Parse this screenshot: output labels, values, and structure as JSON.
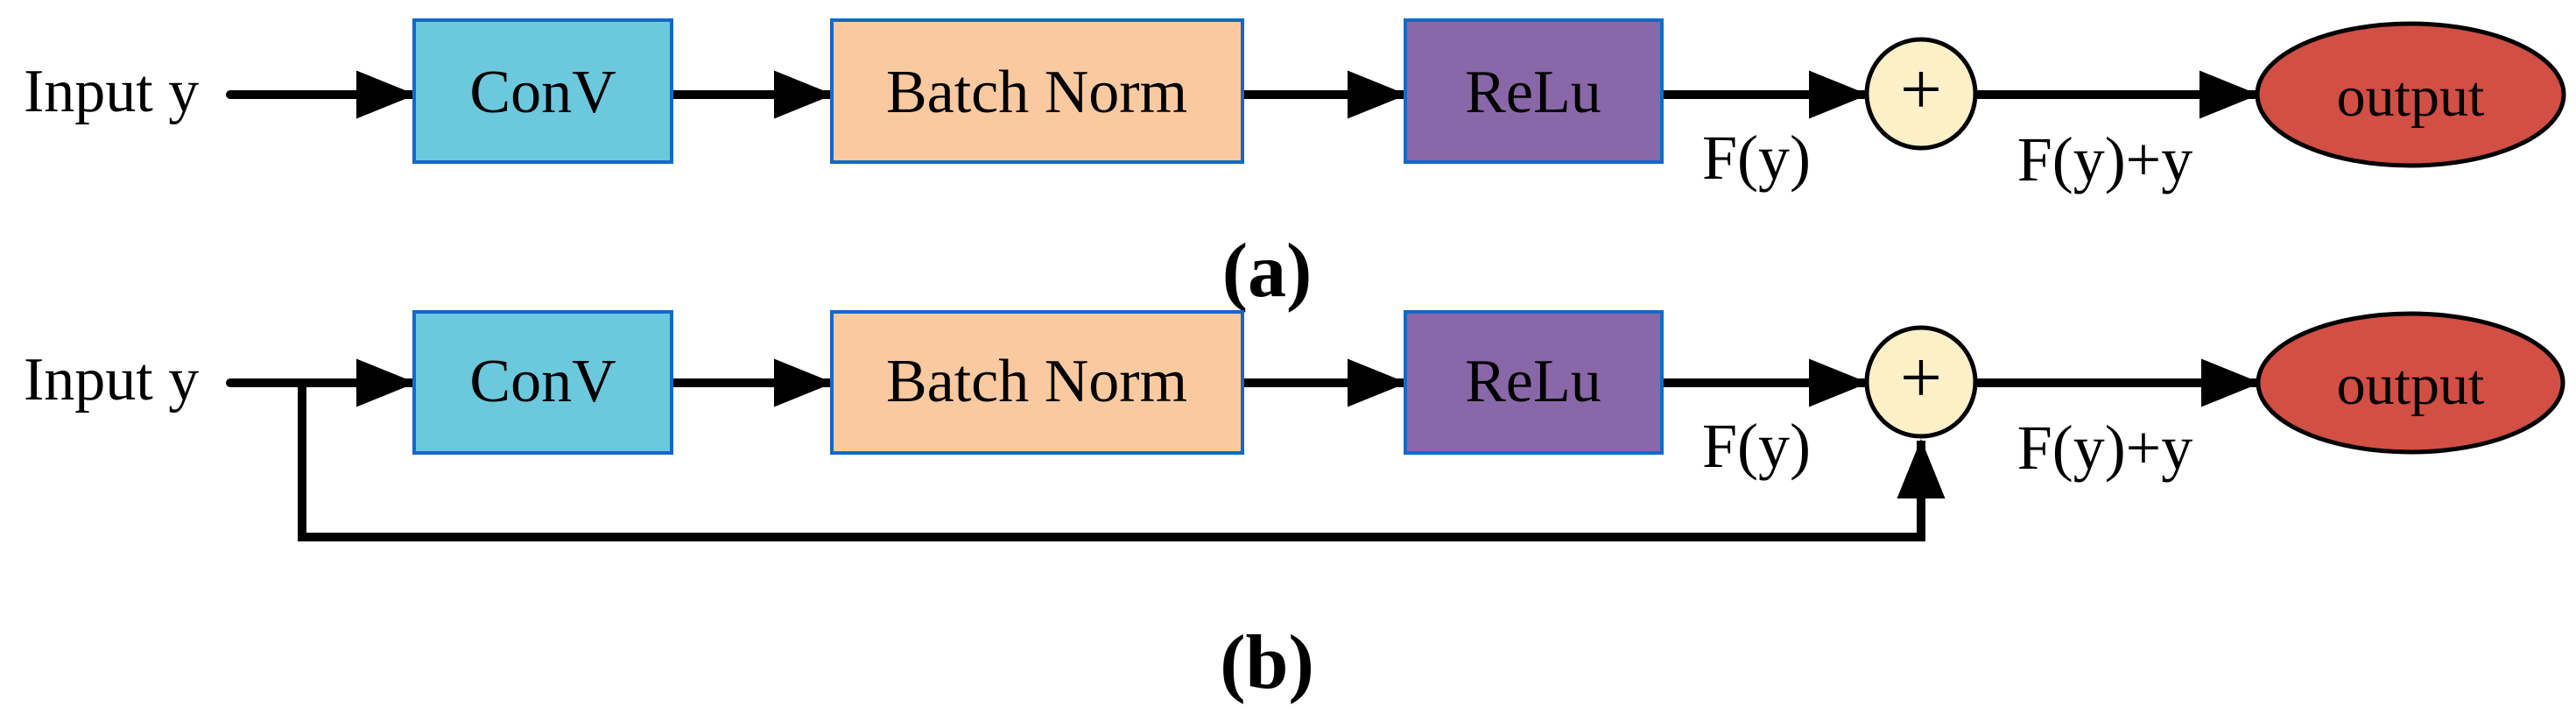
{
  "figure": {
    "background": "#FFFFFF"
  },
  "colors": {
    "line": "#000000",
    "text": "#000000",
    "block_border": "#1568C8",
    "conv_fill": "#6CC8DD",
    "batch_norm_fill": "#F9C9A0",
    "relu_fill": "#8A67A8",
    "sum_fill": "#FBF0C8",
    "node_outline": "#000000",
    "output_fill": "#D14F44"
  },
  "diagrams": [
    {
      "caption": "(a)",
      "input_label": "Input y",
      "blocks": [
        {
          "label": "ConV"
        },
        {
          "label": "Batch Norm"
        },
        {
          "label": "ReLu"
        }
      ],
      "sum_symbol": "+",
      "labels": {
        "pre_sum": "F(y)",
        "post_sum": "F(y)+y"
      },
      "output_label": "output",
      "has_skip_connection": false
    },
    {
      "caption": "(b)",
      "input_label": "Input y",
      "blocks": [
        {
          "label": "ConV"
        },
        {
          "label": "Batch Norm"
        },
        {
          "label": "ReLu"
        }
      ],
      "sum_symbol": "+",
      "labels": {
        "pre_sum": "F(y)",
        "post_sum": "F(y)+y"
      },
      "output_label": "output",
      "has_skip_connection": true
    }
  ]
}
